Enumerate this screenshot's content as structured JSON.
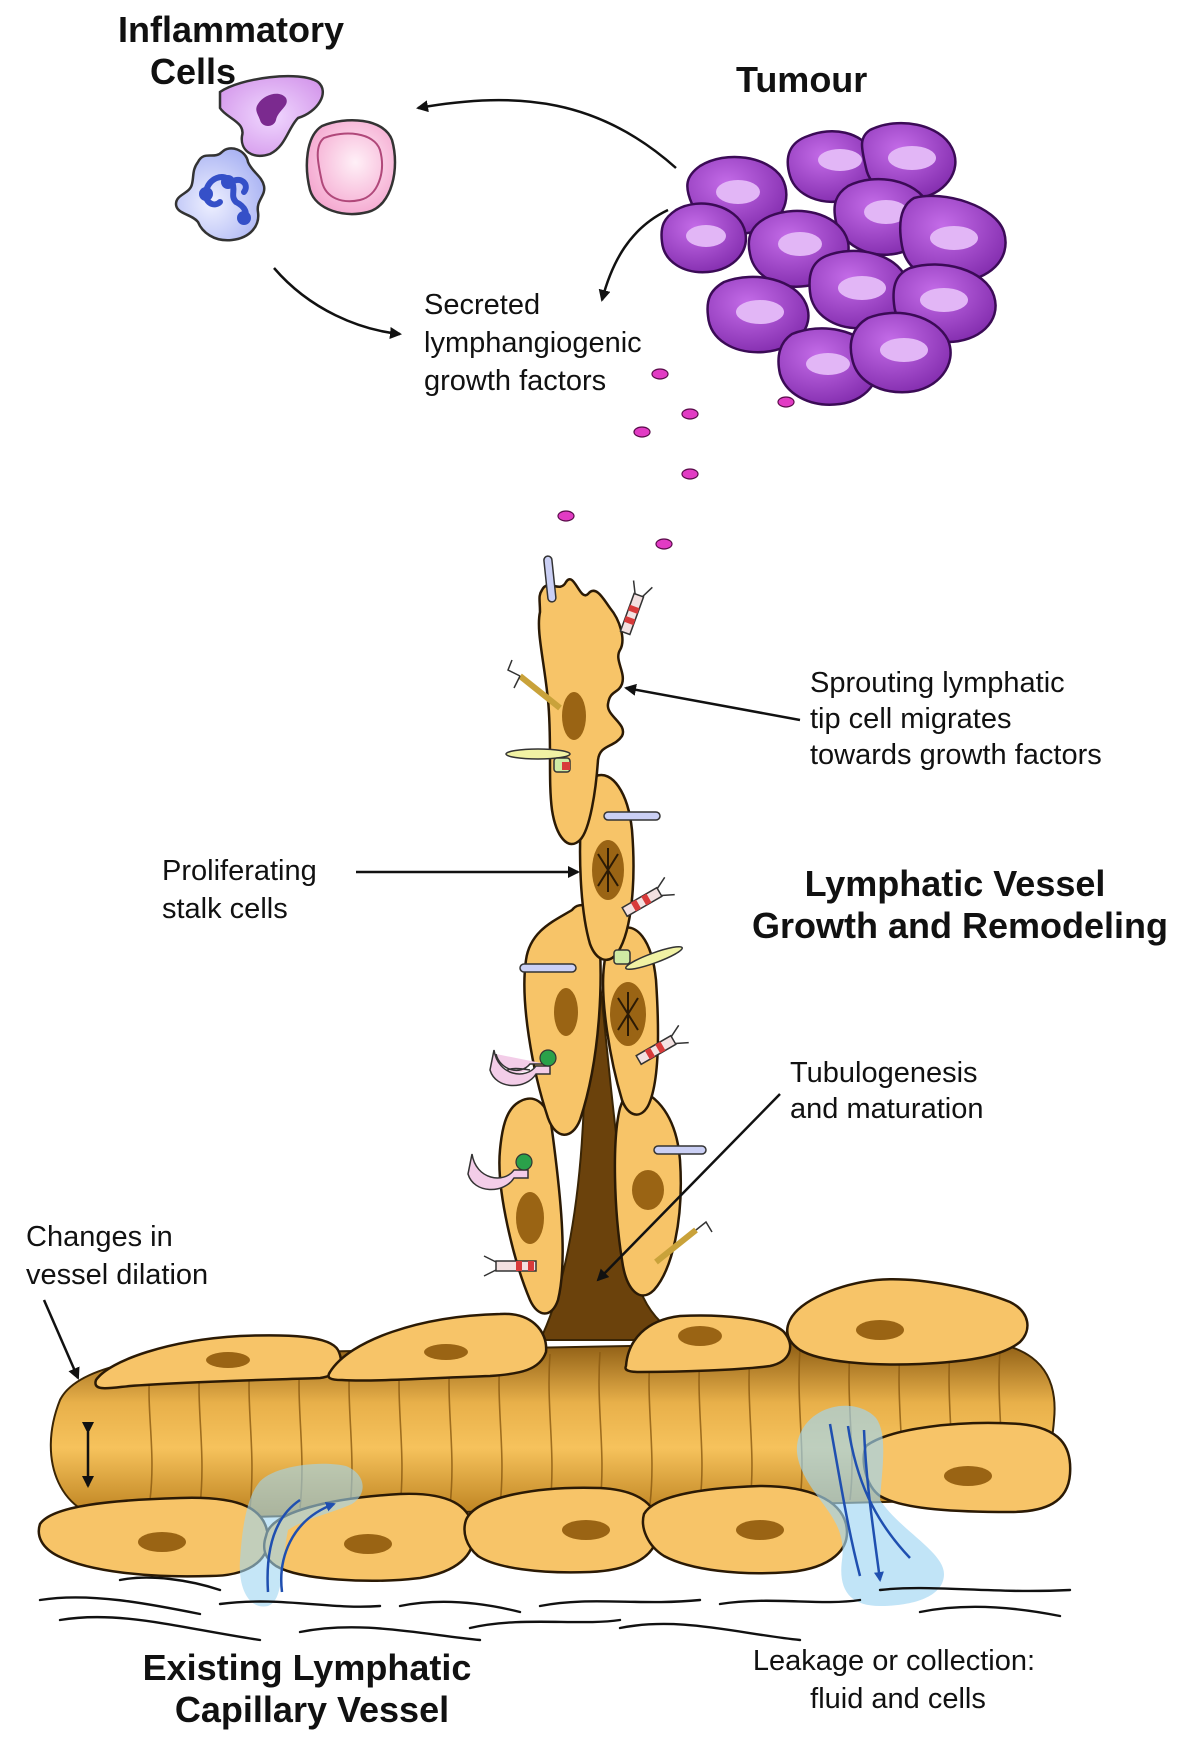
{
  "labels": {
    "inflammatory_cells": [
      "Inflammatory",
      "Cells"
    ],
    "tumour": "Tumour",
    "secreted_factors": [
      "Secreted",
      "lymphangiogenic",
      "growth factors"
    ],
    "tip_cell": [
      "Sprouting lymphatic",
      "tip cell migrates",
      "towards growth factors"
    ],
    "stalk_cells": [
      "Proliferating",
      "stalk cells"
    ],
    "vessel_growth": [
      "Lymphatic Vessel",
      "Growth and Remodeling"
    ],
    "tubulogenesis": [
      "Tubulogenesis",
      "and maturation"
    ],
    "dilation": [
      "Changes in",
      "vessel dilation"
    ],
    "existing_vessel": [
      "Existing Lymphatic",
      "Capillary Vessel"
    ],
    "leakage": [
      "Leakage or collection:",
      "fluid and cells"
    ]
  },
  "colors": {
    "cell_fill": "#f7c468",
    "cell_stroke": "#2b1a05",
    "nucleus": "#9a6414",
    "lumen": "#6b420c",
    "tumour_purple": "#9b3fc9",
    "tumour_light": "#d9a2f0",
    "growth_factor": "#e23bc4",
    "fluid_blue": "#9fd6f2",
    "fluid_arrow": "#1f4fb0"
  }
}
